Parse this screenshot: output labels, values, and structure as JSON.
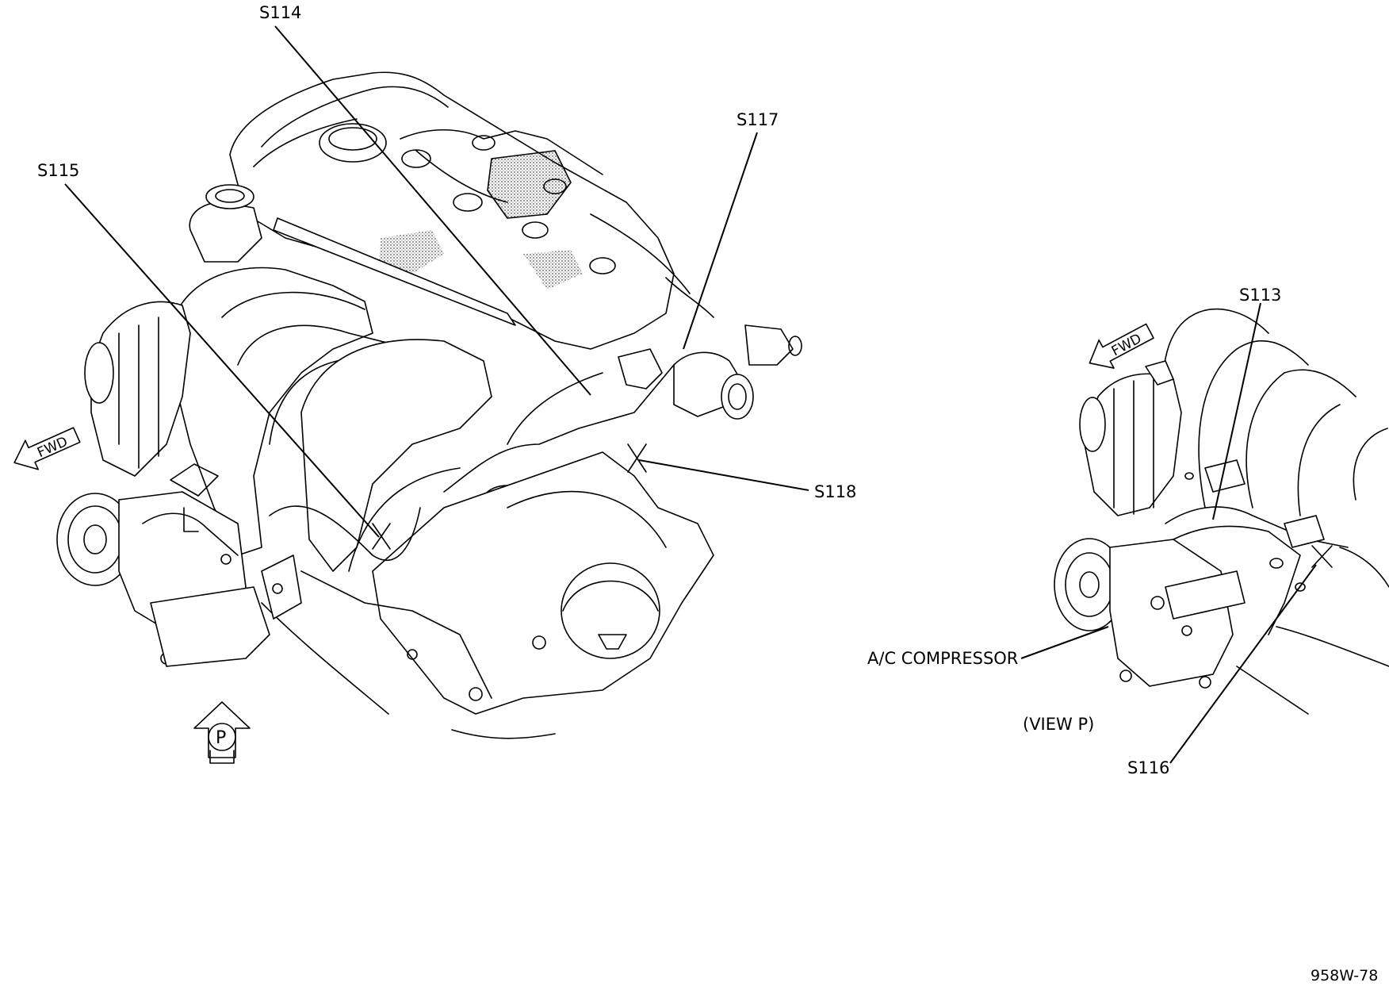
{
  "callouts": {
    "s114": "S114",
    "s115": "S115",
    "s117": "S117",
    "s118": "S118",
    "s113": "S113",
    "s116": "S116",
    "ac_compressor": "A/C COMPRESSOR",
    "view_p": "(VIEW P)"
  },
  "arrows": {
    "fwd_main": "FWD",
    "fwd_view": "FWD",
    "view_marker": "P"
  },
  "figure_id": "958W-78",
  "icons": [
    "fwd-arrow-icon",
    "view-arrow-icon"
  ]
}
